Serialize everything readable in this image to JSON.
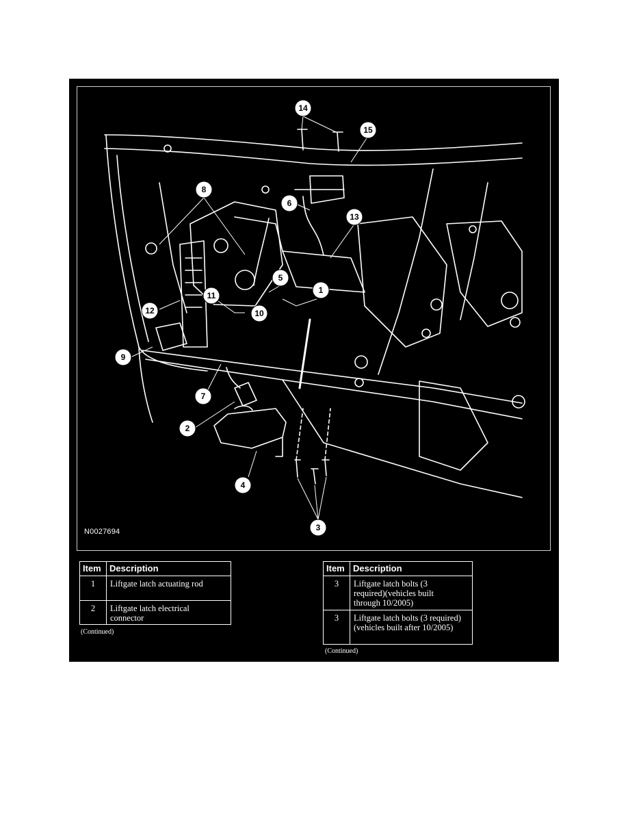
{
  "figure": {
    "figure_id": "N0027694",
    "callouts": [
      "1",
      "2",
      "3",
      "4",
      "5",
      "6",
      "7",
      "8",
      "9",
      "10",
      "11",
      "12",
      "13",
      "14",
      "15"
    ]
  },
  "legend": {
    "header_item": "Item",
    "header_description": "Description",
    "left_rows": [
      {
        "item": "1",
        "description": "Liftgate latch actuating rod"
      },
      {
        "item": "2",
        "description": "Liftgate latch electrical connector"
      }
    ],
    "right_rows": [
      {
        "item": "3",
        "description": "Liftgate latch bolts (3 required)(vehicles built through 10/2005)"
      },
      {
        "item": "3",
        "description": "Liftgate latch bolts (3 required)(vehicles built after 10/2005)"
      }
    ],
    "continued_note": "(Continued)"
  }
}
